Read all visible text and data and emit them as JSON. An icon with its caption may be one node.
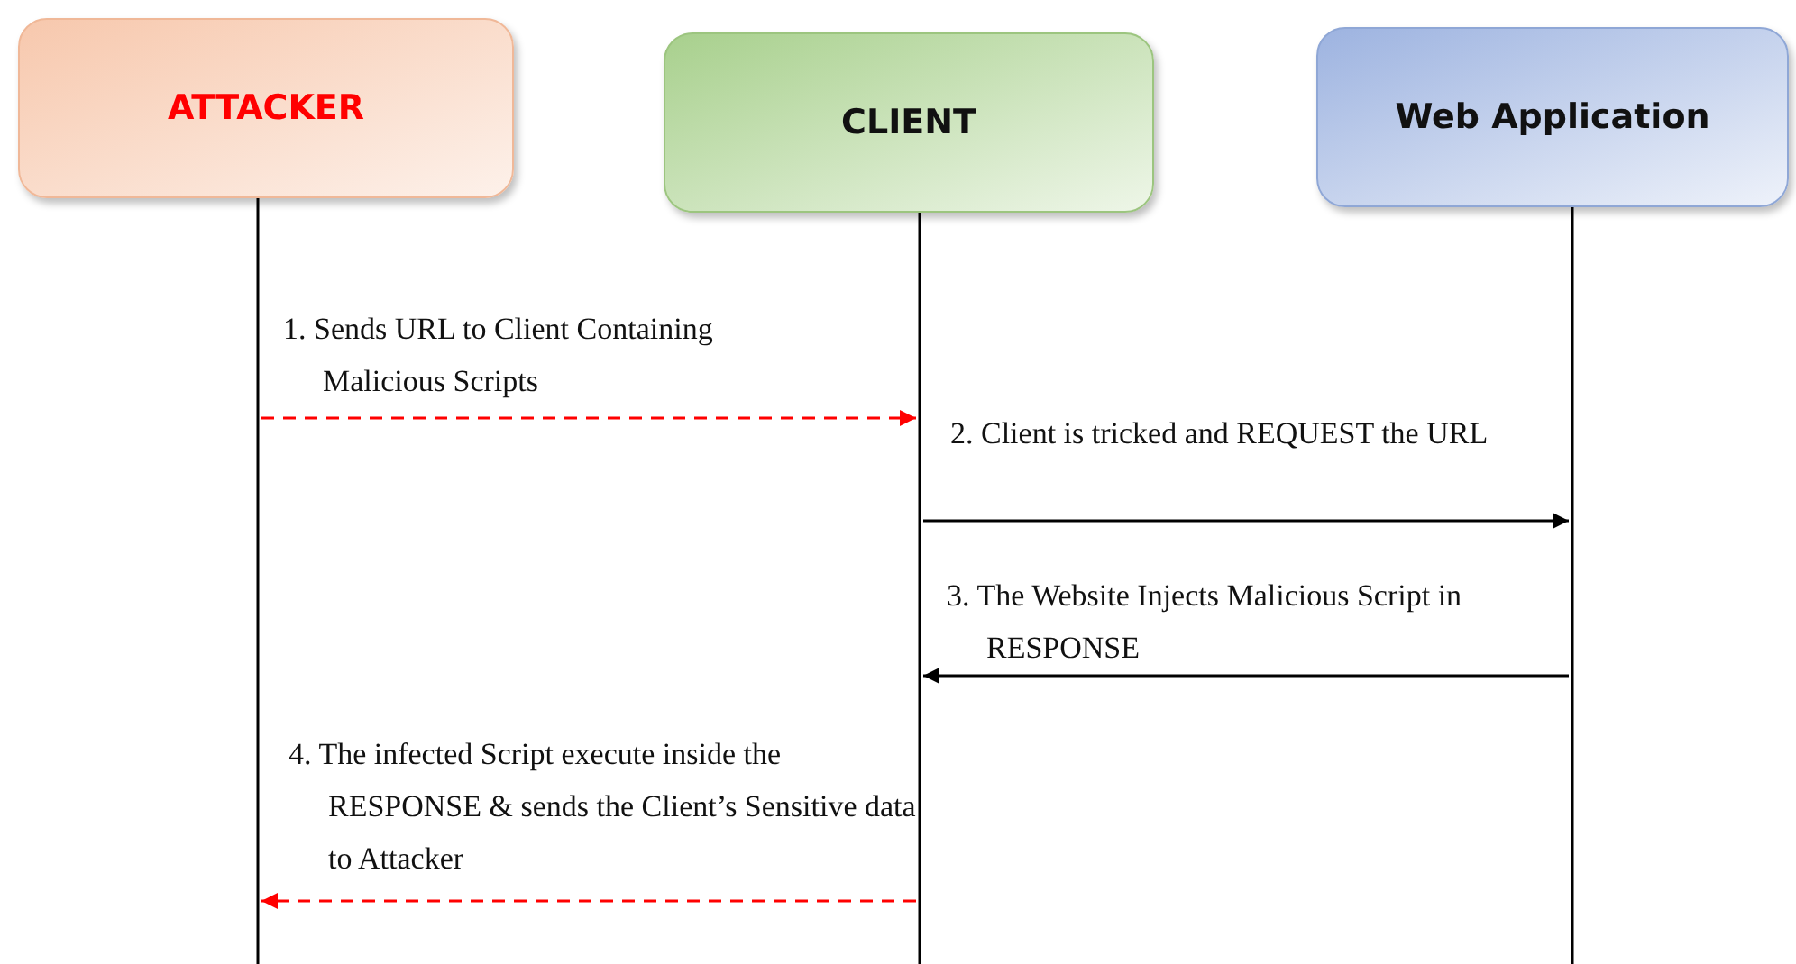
{
  "diagram": {
    "nodes": [
      {
        "text": [
          "ATTACKER"
        ]
      },
      {
        "text": [
          "CLIENT"
        ]
      },
      {
        "text": [
          "Web Application"
        ]
      }
    ],
    "edges": [
      {
        "from": 0,
        "to": 1,
        "arrow": "to",
        "label": "1. Sends URL to Client Containing Malicious Scripts",
        "style": "dashed",
        "color": "#ff0000"
      },
      {
        "from": 1,
        "to": 2,
        "arrow": "to",
        "label": "2. Client is tricked and REQUEST the URL",
        "color": "#000000"
      },
      {
        "from": 2,
        "to": 1,
        "arrow": "to",
        "label": "3. The Website Injects Malicious Script in RESPONSE",
        "color": "#000000"
      },
      {
        "from": 1,
        "to": 0,
        "arrow": "to",
        "label": "4. The infected Script execute inside the RESPONSE & sends the Client’s Sensitive data to Attacker",
        "style": "dashed",
        "color": "#ff0000"
      }
    ]
  }
}
